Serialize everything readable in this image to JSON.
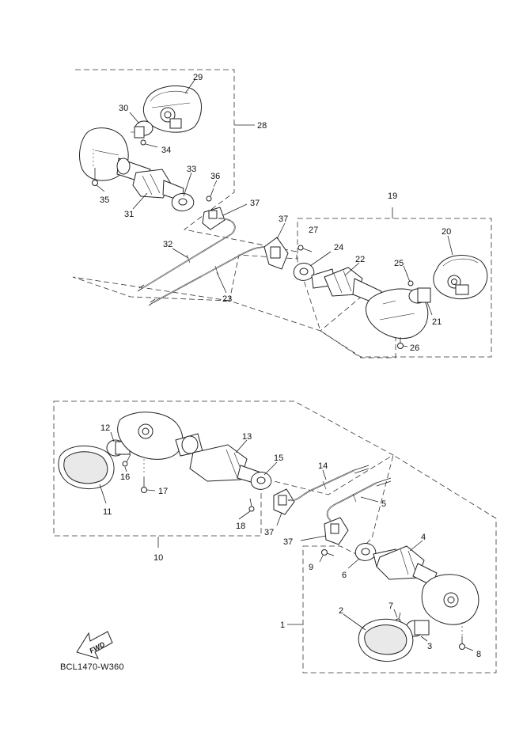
{
  "diagram": {
    "code": "BCL1470-W360",
    "fwd_label": "FWD",
    "callouts": {
      "c1": "1",
      "c2": "2",
      "c3": "3",
      "c4": "4",
      "c5": "5",
      "c6": "6",
      "c7": "7",
      "c8": "8",
      "c9": "9",
      "c10": "10",
      "c11": "11",
      "c12": "12",
      "c13": "13",
      "c14": "14",
      "c15": "15",
      "c16": "16",
      "c17": "17",
      "c18": "18",
      "c19": "19",
      "c20": "20",
      "c21": "21",
      "c22": "22",
      "c23": "23",
      "c24": "24",
      "c25": "25",
      "c26": "26",
      "c27": "27",
      "c28": "28",
      "c29": "29",
      "c30": "30",
      "c31": "31",
      "c32": "32",
      "c33": "33",
      "c34": "34",
      "c35": "35",
      "c36": "36",
      "c37a": "37",
      "c37b": "37",
      "c37c": "37",
      "c37d": "37"
    }
  }
}
